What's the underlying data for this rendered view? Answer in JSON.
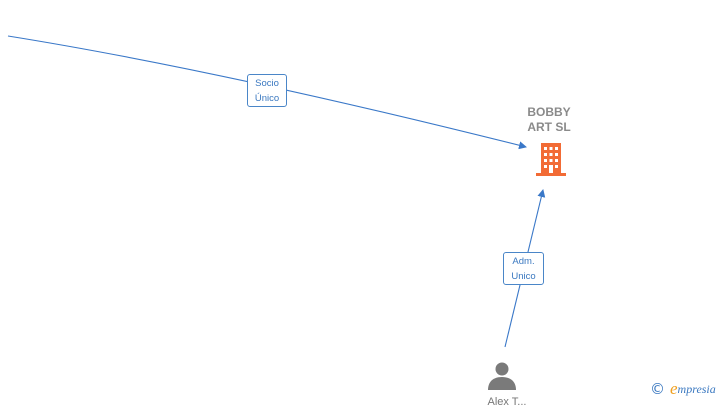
{
  "company": {
    "name_line1": "BOBBY",
    "name_line2": "ART  SL",
    "icon": "building-icon",
    "color": "#f26b35"
  },
  "relations": [
    {
      "line1": "Socio",
      "line2": "Único"
    },
    {
      "line1": "Adm.",
      "line2": "Unico"
    }
  ],
  "person": {
    "icon": "person-icon",
    "name": "Alex T..."
  },
  "brand": {
    "copyright_symbol": "©",
    "initial": "e",
    "rest": "mpresia"
  },
  "colors": {
    "edge": "#3a78c8",
    "label_text": "#3a78c0",
    "company_name": "#8a8a8a",
    "person_icon": "#7a7a7a"
  }
}
